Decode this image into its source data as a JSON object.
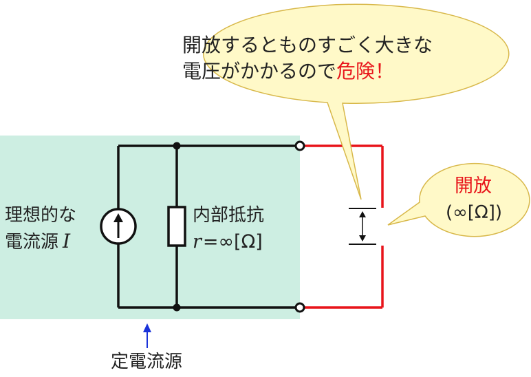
{
  "callout_warning": {
    "line1": "開放するとものすごく大きな",
    "line2_prefix": "電圧がかかるので",
    "line2_danger": "危険！"
  },
  "source_label": {
    "line1": "理想的な",
    "line2": "電流源",
    "symbol": "I"
  },
  "resistor_label": {
    "line1": "内部抵抗",
    "eq_var": "r",
    "eq_rest": "=∞[Ω]"
  },
  "callout_open": {
    "title": "開放",
    "value": "(∞[Ω])"
  },
  "block_label": "定電流源",
  "colors": {
    "shaded_region": "#cdeee2",
    "wire": "#111111",
    "open_wire": "#e8141a",
    "danger_text": "#e8141a",
    "bubble_fill": "#fff9c8",
    "bubble_stroke": "#d8b84a",
    "arrow_blue": "#1a33d9"
  }
}
